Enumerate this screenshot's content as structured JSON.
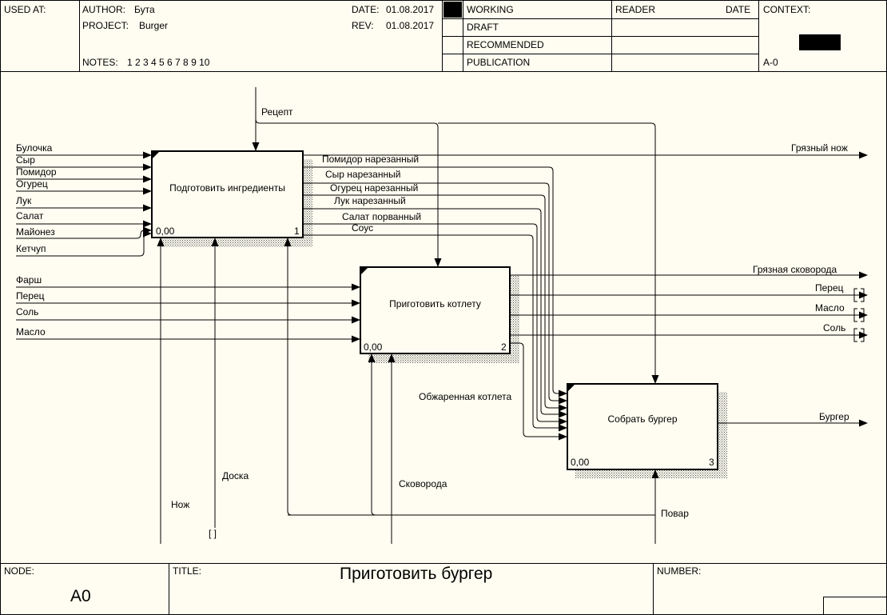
{
  "header": {
    "used_at": "USED AT:",
    "author_label": "AUTHOR:",
    "author": "Бута",
    "project_label": "PROJECT:",
    "project": "Burger",
    "date_label": "DATE:",
    "date": "01.08.2017",
    "rev_label": "REV:",
    "rev": "01.08.2017",
    "notes_label": "NOTES:",
    "notes": "1  2  3  4  5  6  7  8  9  10",
    "status": [
      "WORKING",
      "DRAFT",
      "RECOMMENDED",
      "PUBLICATION"
    ],
    "reader": "READER",
    "reader_date": "DATE",
    "context": "CONTEXT:",
    "context_node": "A-0"
  },
  "footer": {
    "node_label": "NODE:",
    "node": "A0",
    "title_label": "TITLE:",
    "title": "Приготовить бургер",
    "number_label": "NUMBER:"
  },
  "boxes": [
    {
      "name": "Подготовить ингредиенты",
      "cost": "0,00",
      "num": "1"
    },
    {
      "name": "Приготовить котлету",
      "cost": "0,00",
      "num": "2"
    },
    {
      "name": "Собрать бургер",
      "cost": "0,00",
      "num": "3"
    }
  ],
  "arrows": {
    "control": "Рецепт",
    "inputs1": [
      "Булочка",
      "Сыр",
      "Помидор",
      "Огурец",
      "Лук",
      "Салат",
      "Майонез",
      "Кетчуп"
    ],
    "inputs2": [
      "Фарш",
      "Перец",
      "Соль",
      "Масло"
    ],
    "outputs1": [
      "Помидор нарезанный",
      "Сыр нарезанный",
      "Огурец нарезанный",
      "Лук нарезанный",
      "Салат порванный",
      "Соус"
    ],
    "dirty_knife": "Грязный нож",
    "outputs2": [
      "Грязная сковорода",
      "Перец",
      "Масло",
      "Соль"
    ],
    "fried_patty": "Обжаренная котлета",
    "burger": "Бургер",
    "mechanisms": [
      "Нож",
      "Доска",
      "Сковорода",
      "Повар"
    ],
    "tunnel": "[ ]"
  }
}
